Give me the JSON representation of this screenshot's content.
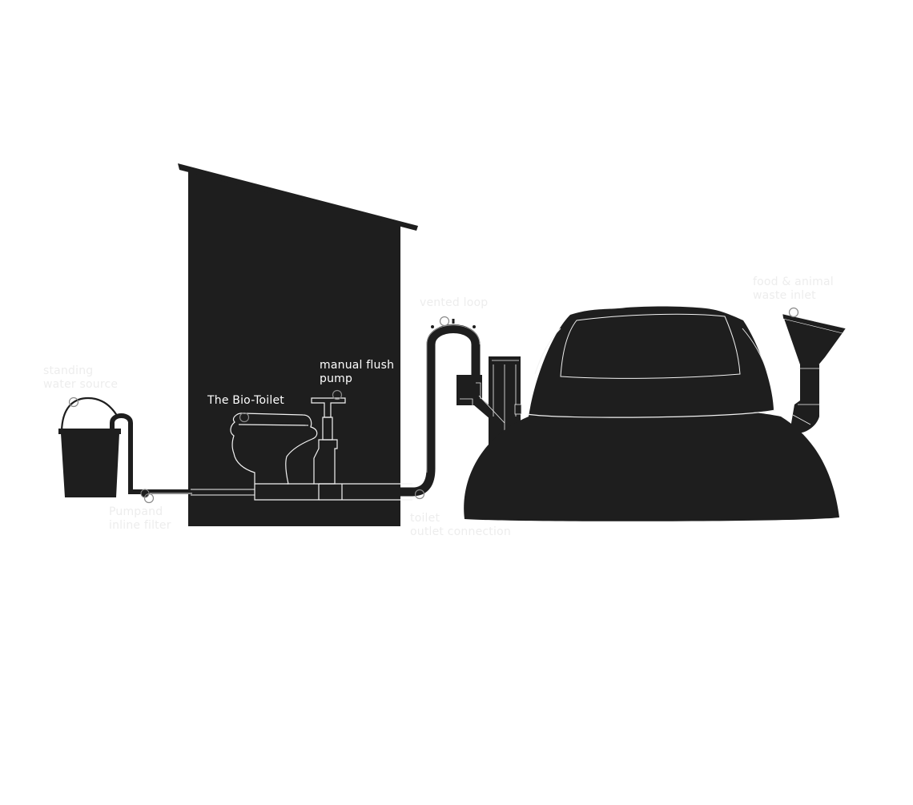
{
  "colors": {
    "background": "#ffffff",
    "silhouette": "#1e1e1e",
    "outline": "#f2f2f2",
    "label_on_dark": "#ffffff",
    "label_on_light": "#ededed",
    "hotspot_stroke": "#8a8a8a"
  },
  "labels": {
    "standing_water_source": [
      "standing",
      "water source"
    ],
    "pumpand_inline_filter": [
      "Pumpand",
      "inline filter"
    ],
    "bio_toilet": [
      "The Bio-Toilet"
    ],
    "manual_flush_pump": [
      "manual flush",
      "pump"
    ],
    "vented_loop": [
      "vented loop"
    ],
    "toilet_outlet_connection": [
      "toilet",
      "outlet connection"
    ],
    "food_animal_waste_inlet": [
      "food & animal",
      "waste inlet"
    ]
  },
  "icons": {
    "hotspot": "circle-marker-icon",
    "bucket": "bucket-icon",
    "shed": "outhouse-icon",
    "toilet": "toilet-icon",
    "pump": "hand-pump-icon",
    "biodigester": "biodigester-tank-icon",
    "funnel": "funnel-inlet-icon"
  }
}
